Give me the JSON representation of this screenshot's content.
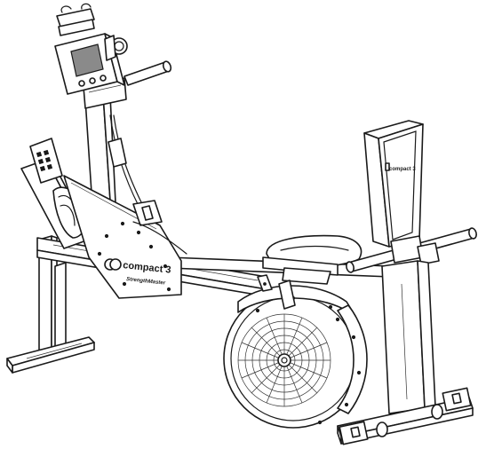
{
  "image": {
    "description": "Line drawing of an air/magnetic rowing machine with leg-press seat"
  },
  "labels": {
    "brand_frame": "compact 3",
    "brand_frame_sub": "StrengthMaster",
    "brand_backrest": "compact 3"
  },
  "colors": {
    "line": "#1a1a1a",
    "background": "#ffffff",
    "display_screen": "#8a8a8a"
  }
}
